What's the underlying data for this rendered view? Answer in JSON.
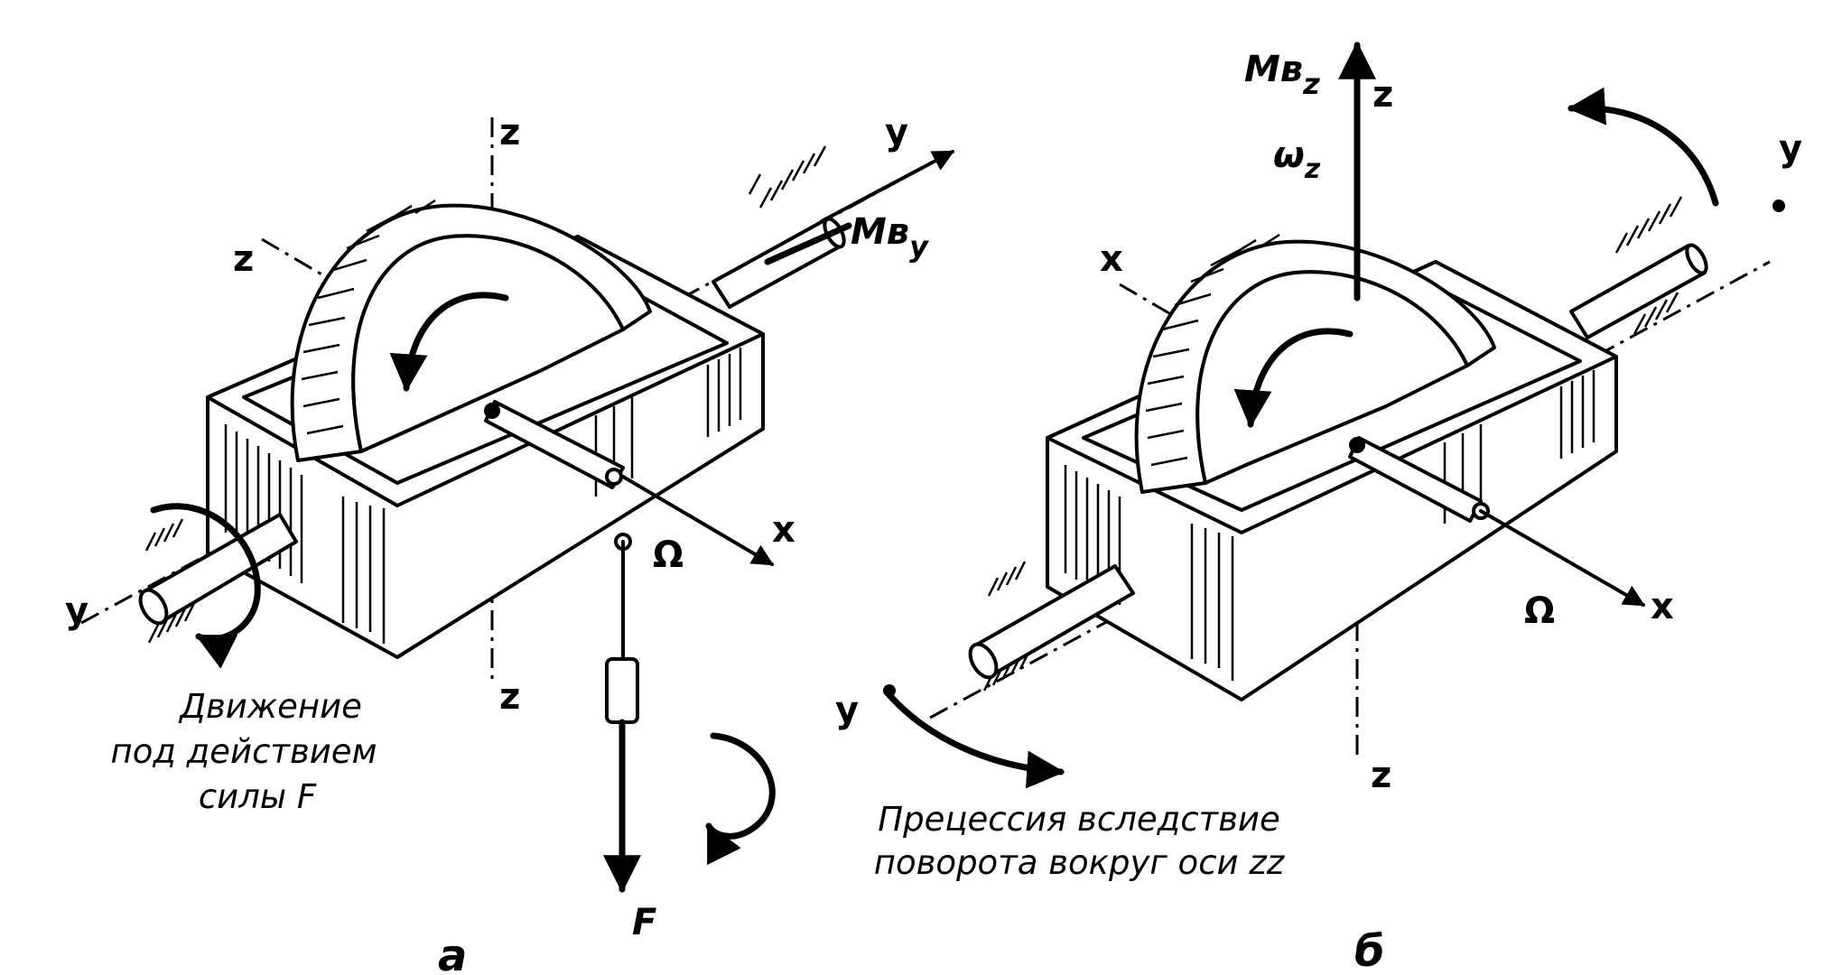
{
  "panel_a": {
    "letter": "а",
    "labels": {
      "z_top": "z",
      "z_bottom": "z",
      "z_left": "z",
      "y_right": "y",
      "y_left": "y",
      "x": "x",
      "mv_y": "Mв",
      "mv_y_sub": "y",
      "omega": "Ω",
      "force": "F"
    },
    "caption": [
      "Движение",
      "под действием",
      "силы F"
    ]
  },
  "panel_b": {
    "letter": "б",
    "labels": {
      "mv_z": "Mв",
      "mv_z_sub": "z",
      "z_top": "z",
      "omega_z": "ω",
      "omega_z_sub": "z",
      "z_bottom": "z",
      "y_right": "y",
      "y_left": "y",
      "x_left": "x",
      "x_right": "x",
      "omega": "Ω"
    },
    "caption": [
      "Прецессия вследствие",
      "поворота вокруг оси zz"
    ]
  }
}
